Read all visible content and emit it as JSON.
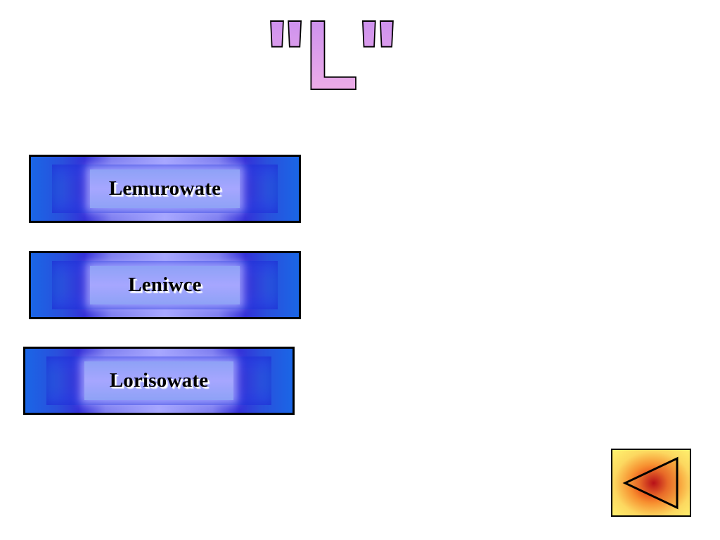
{
  "title": "\"L\"",
  "buttons": [
    {
      "label": "Lemurowate"
    },
    {
      "label": "Leniwce"
    },
    {
      "label": "Lorisowate"
    }
  ],
  "back_button": {
    "icon": "back-triangle-icon"
  },
  "colors": {
    "title_fill": "#e89ef0",
    "title_outline": "#000000",
    "button_blue": "#1a66e6",
    "button_glow": "#a8a8ff",
    "back_yellow": "#fff470",
    "back_red": "#c0101a"
  }
}
